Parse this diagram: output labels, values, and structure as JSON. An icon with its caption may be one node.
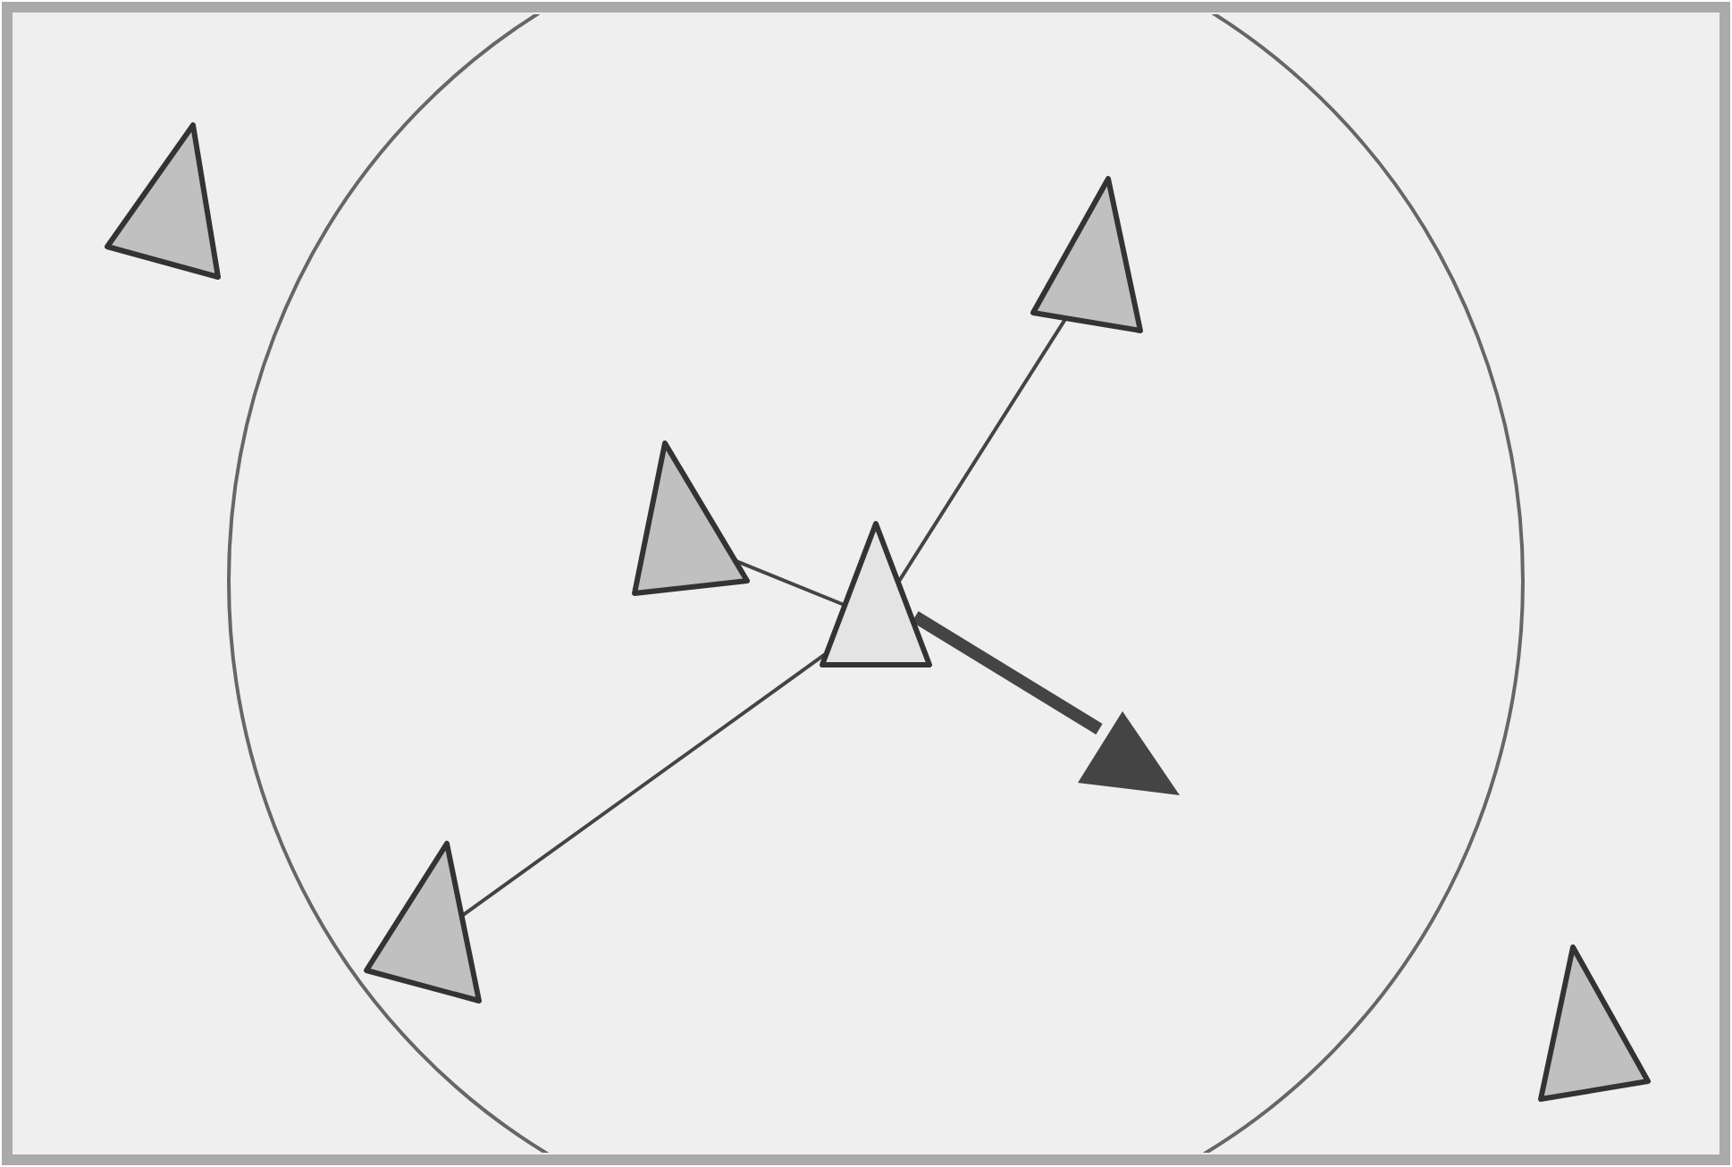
{
  "diagram": {
    "nodes": [
      {
        "text": [],
        "shape": "triangle"
      },
      {
        "text": [],
        "shape": "triangle"
      },
      {
        "text": [],
        "shape": "triangle"
      },
      {
        "text": [],
        "shape": "triangle"
      },
      {
        "text": [],
        "shape": "triangle"
      },
      {
        "text": [],
        "shape": "triangle"
      }
    ],
    "edges": [
      {
        "from": 3,
        "to": 1,
        "arrow": "none"
      },
      {
        "from": 3,
        "to": 2,
        "arrow": "none"
      },
      {
        "from": 3,
        "to": 4,
        "arrow": "none"
      }
    ]
  }
}
